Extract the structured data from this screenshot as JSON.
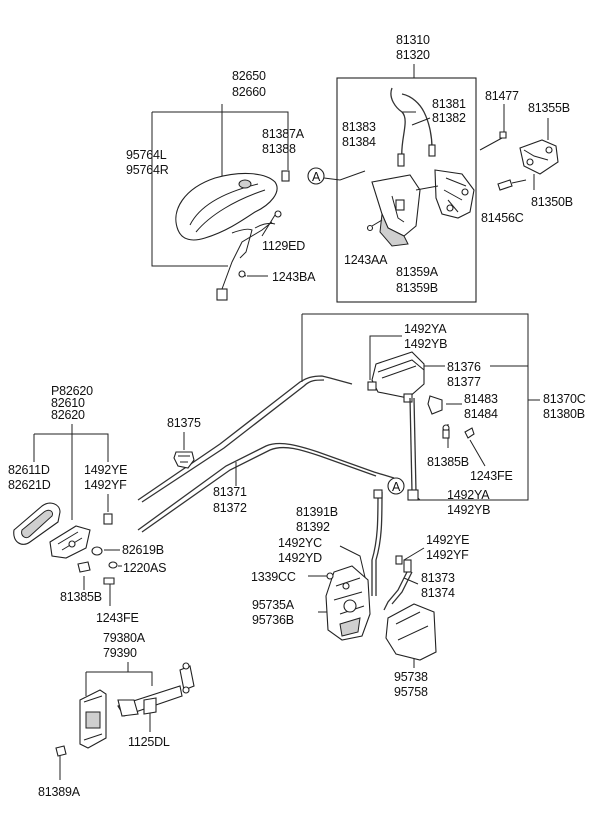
{
  "parts": {
    "p81310": "81310",
    "p81320": "81320",
    "p82650": "82650",
    "p82660": "82660",
    "p81387A": "81387A",
    "p81388": "81388",
    "p95764L": "95764L",
    "p95764R": "95764R",
    "p1129ED": "1129ED",
    "p1243BA": "1243BA",
    "p81381": "81381",
    "p81382": "81382",
    "p81383": "81383",
    "p81384": "81384",
    "callout_a": "A",
    "p1243AA": "1243AA",
    "p81359A": "81359A",
    "p81359B": "81359B",
    "p81477": "81477",
    "p81355B": "81355B",
    "p81350B": "81350B",
    "p81456C": "81456C",
    "p1492YA_top": "1492YA",
    "p1492YB_top": "1492YB",
    "p81376": "81376",
    "p81377": "81377",
    "p81483": "81483",
    "p81484": "81484",
    "p81370C": "81370C",
    "p81380B": "81380B",
    "p81385B_right": "81385B",
    "p1243FE_right": "1243FE",
    "p1492YA_bot": "1492YA",
    "p1492YB_bot": "1492YB",
    "p81375": "81375",
    "p81371": "81371",
    "p81372": "81372",
    "pP82620": "P82620",
    "p82610": "82610",
    "p82620": "82620",
    "p82611D": "82611D",
    "p82621D": "82621D",
    "p1492YE_left": "1492YE",
    "p1492YF_left": "1492YF",
    "p82619B": "82619B",
    "p1220AS": "1220AS",
    "p81385B_left": "81385B",
    "p1243FE_left": "1243FE",
    "p81391B": "81391B",
    "p81392": "81392",
    "p1492YC": "1492YC",
    "p1492YD": "1492YD",
    "p1492YE_right": "1492YE",
    "p1492YF_right": "1492YF",
    "p1339CC": "1339CC",
    "p81373": "81373",
    "p81374": "81374",
    "p95735A": "95735A",
    "p95736B": "95736B",
    "p95738": "95738",
    "p95758": "95758",
    "p79380A": "79380A",
    "p79390": "79390",
    "p1125DL": "1125DL",
    "p81389A": "81389A"
  }
}
